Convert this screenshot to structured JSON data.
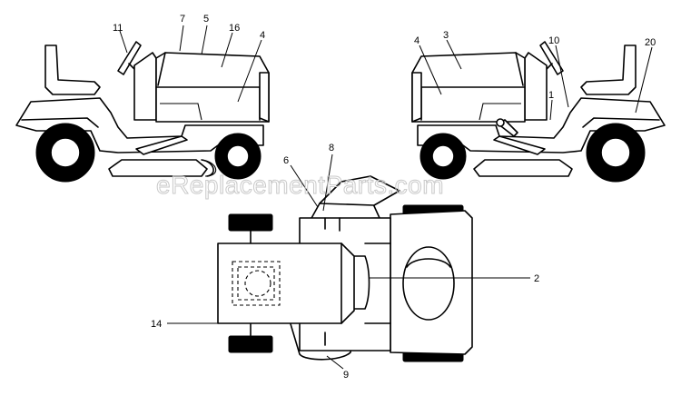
{
  "watermark": "eReplacementParts.com",
  "callouts": {
    "c1": "1",
    "c2": "2",
    "c3": "3",
    "c4a": "4",
    "c4b": "4",
    "c5": "5",
    "c6": "6",
    "c7": "7",
    "c8": "8",
    "c9": "9",
    "c10": "10",
    "c11": "11",
    "c14": "14",
    "c16": "16",
    "c20": "20"
  }
}
